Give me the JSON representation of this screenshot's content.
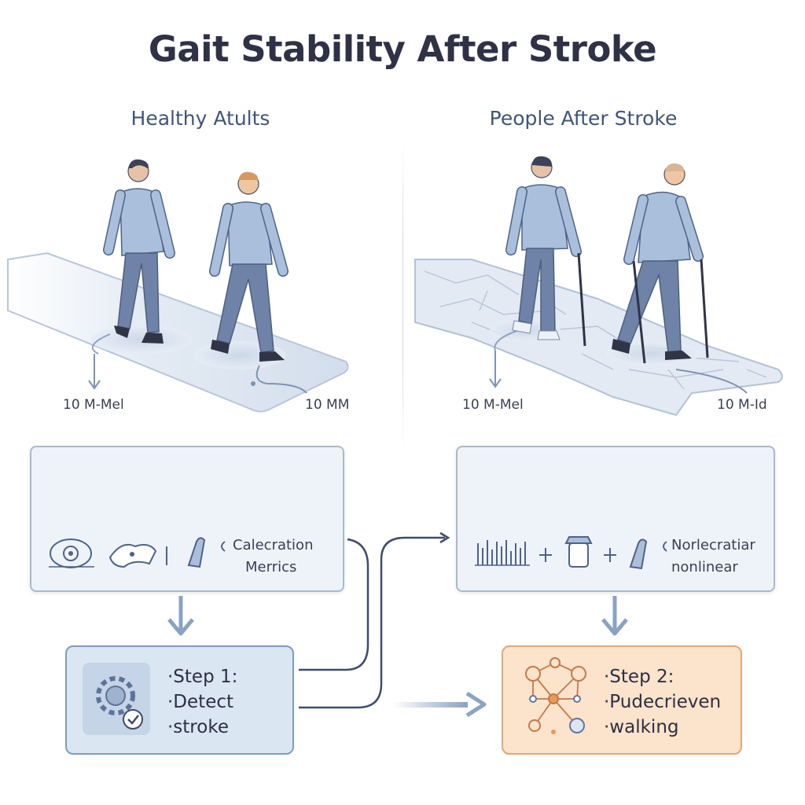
{
  "title": "Gait Stability After Stroke",
  "left": {
    "heading": "Healthy Atults",
    "distance_left": "10 M-Mel",
    "distance_right": "10 MM",
    "metric_line1": "Calecration",
    "metric_line2": "Merrics"
  },
  "right": {
    "heading": "People After Stroke",
    "distance_left": "10 M-Mel",
    "distance_right": "10 M-Id",
    "metric_line1": "Norlecratiar",
    "metric_line2": "nonlinear"
  },
  "step1": {
    "line1": "·Step 1:",
    "line2": "·Detect",
    "line3": "·stroke"
  },
  "step2": {
    "line1": "·Step 2:",
    "line2": "·Pudecrieven",
    "line3": "·walking"
  },
  "colors": {
    "accent_blue": "#7f9bc2",
    "accent_orange": "#e0a878",
    "figure": "#a9bfdc",
    "figure_shadow": "#5d7399"
  }
}
